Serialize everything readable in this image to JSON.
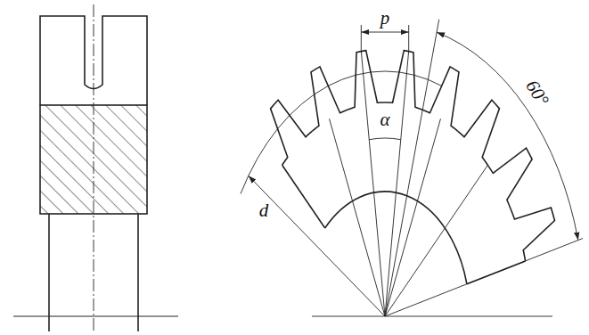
{
  "diagram": {
    "labels": [
      "p",
      "α",
      "d",
      "60°"
    ]
  }
}
